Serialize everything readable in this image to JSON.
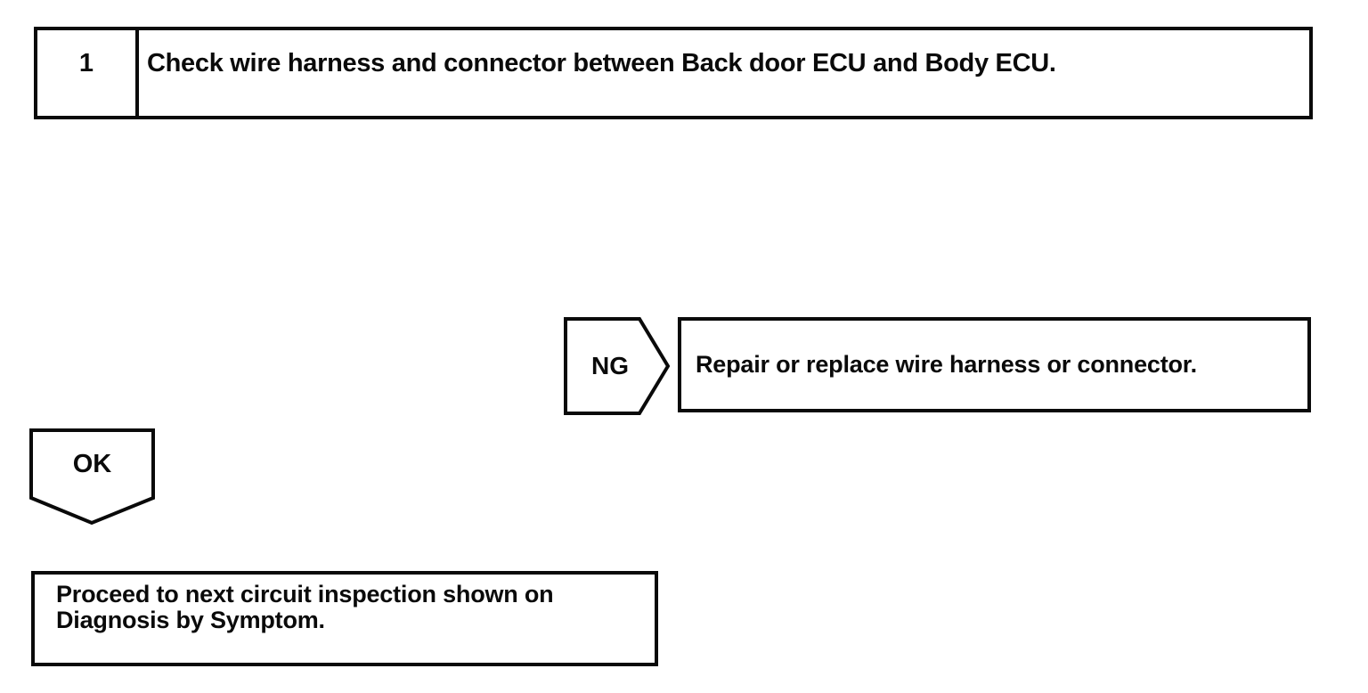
{
  "page": {
    "background": "#ffffff",
    "ink": "#0a0a0a"
  },
  "step_box": {
    "number": "1",
    "instruction": "Check wire harness and connector between Back door ECU and Body ECU."
  },
  "ng_branch": {
    "label": "NG",
    "result": "Repair or replace wire harness or connector."
  },
  "ok_branch": {
    "label": "OK"
  },
  "proceed_box": {
    "lines": [
      "Proceed to next circuit inspection shown on",
      "Diagnosis by Symptom."
    ]
  }
}
